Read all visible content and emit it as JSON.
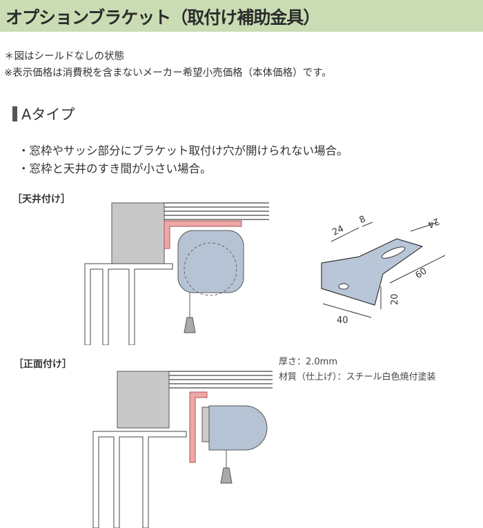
{
  "header": {
    "title": "オプションブラケット（取付け補助金具）"
  },
  "notes": [
    "＊図はシールドなしの状態",
    "※表示価格は消費税を含まないメーカー希望小売価格（本体価格）です。"
  ],
  "section": {
    "title": "Aタイプ"
  },
  "bullets": [
    "・窓枠やサッシ部分にブラケット取付け穴が開けられない場合。",
    "・窓枠と天井のすき間が小さい場合。"
  ],
  "diagrams": {
    "ceiling_label": "［天井付け］",
    "front_label": "［正面付け］"
  },
  "dimensions": {
    "d24a": "24",
    "d8": "8",
    "d24b": "24",
    "d60": "60",
    "d20": "20",
    "d40": "40"
  },
  "specs": {
    "thickness": "厚さ：2.0mm",
    "material": "材質（仕上げ）：スチール白色焼付塗装"
  },
  "colors": {
    "header_bg": "#c9dcb3",
    "bracket": "#e8a0a0",
    "roll": "#b4c2d4"
  }
}
